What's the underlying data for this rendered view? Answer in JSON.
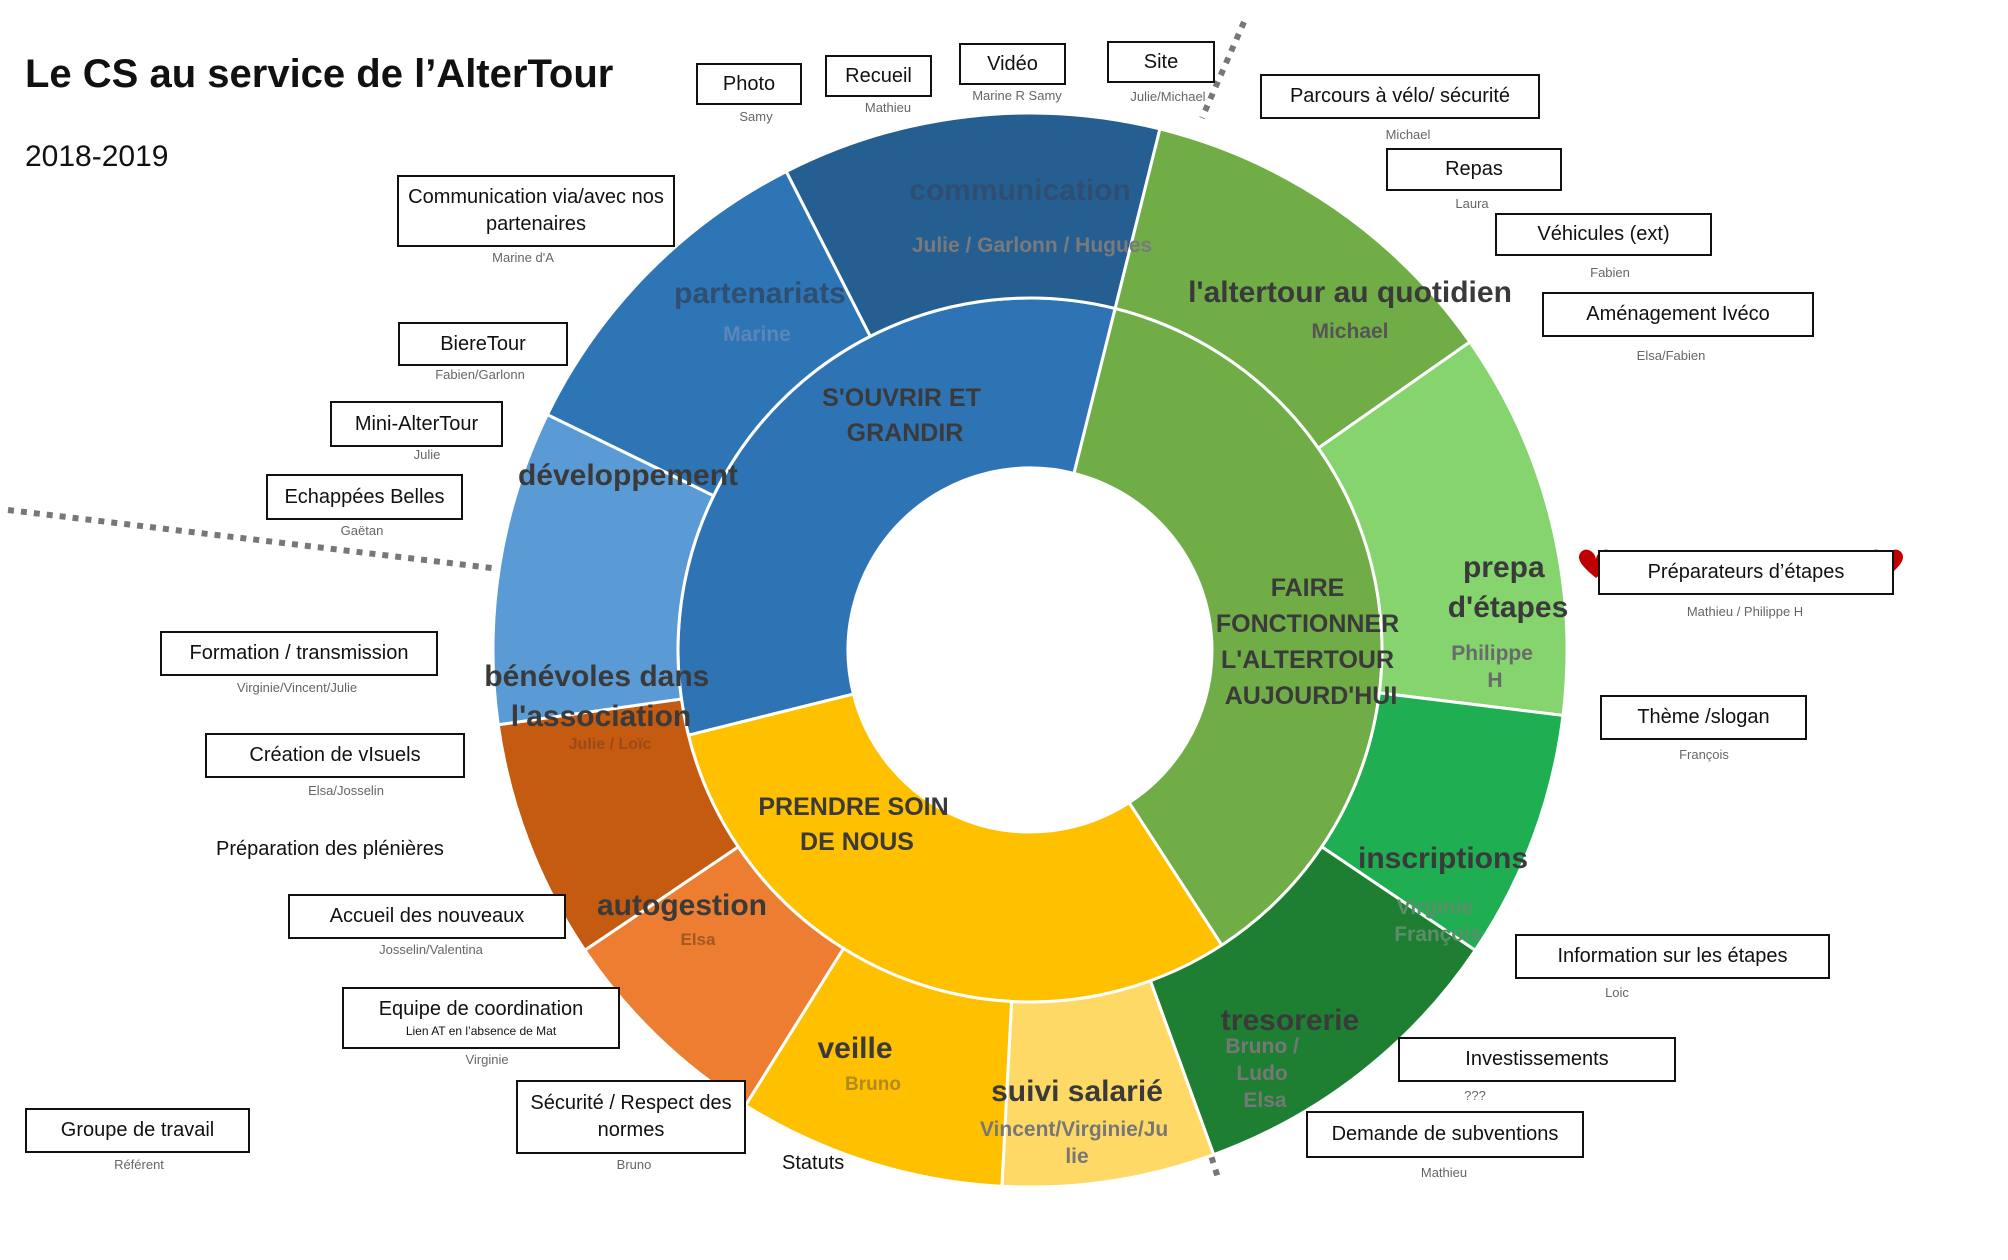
{
  "header": {
    "title": "Le CS au service de l’AlterTour",
    "subtitle": "2018-2019"
  },
  "colors": {
    "inner_blue": "#2E74B5",
    "inner_green": "#70AD47",
    "inner_yellow": "#FFC000",
    "communication": "#255E91",
    "partenariats": "#2E75B6",
    "developpement": "#5B9BD5",
    "quotidien": "#70AD47",
    "prepa": "#85D46E",
    "inscriptions": "#1FAE52",
    "tresorerie": "#1E7F32",
    "benevoles": "#C55A11",
    "autogestion": "#ED7D31",
    "veille": "#FFC000",
    "suivi": "#FFD966",
    "heart": "#C00000",
    "label_dark": "#3A3A3A",
    "label_grey": "#666666"
  },
  "wheel": {
    "inner": [
      {
        "lines": [
          "S'OUVRIR ET",
          "GRANDIR"
        ]
      },
      {
        "lines": [
          "FAIRE",
          "FONCTIONNER",
          "L'ALTERTOUR",
          "AUJOURD'HUI"
        ]
      },
      {
        "lines": [
          "PRENDRE SOIN",
          "DE NOUS"
        ]
      }
    ],
    "outer": [
      {
        "name": "communication",
        "people": [
          "Julie / Garlonn / Hugues"
        ]
      },
      {
        "name": "l'altertour au quotidien",
        "people": [
          "Michael"
        ]
      },
      {
        "name": [
          "prepa",
          "d'étapes"
        ],
        "people": [
          "Philippe",
          "H"
        ]
      },
      {
        "name": "inscriptions",
        "people": [
          "Virginie",
          "François"
        ]
      },
      {
        "name": "tresorerie",
        "people": [
          "Bruno /",
          "Ludo",
          "Elsa"
        ]
      },
      {
        "name": "suivi salarié",
        "people": [
          "Vincent/Virginie/Ju",
          "lie"
        ]
      },
      {
        "name": "veille",
        "people": [
          "Bruno"
        ]
      },
      {
        "name": "autogestion",
        "people": [
          "Elsa"
        ]
      },
      {
        "name": [
          "bénévoles dans",
          "l'association"
        ],
        "people": [
          "Julie / Loïc"
        ]
      },
      {
        "name": "développement",
        "people": []
      },
      {
        "name": "partenariats",
        "people": [
          "Marine"
        ]
      }
    ]
  },
  "groups": [
    {
      "label": "Photo",
      "ref": "Samy"
    },
    {
      "label": "Recueil",
      "ref": "Mathieu"
    },
    {
      "label": "Vidéo",
      "ref": "Marine R Samy"
    },
    {
      "label": "Site",
      "ref": "Julie/Michael"
    },
    {
      "label": "Parcours à vélo/ sécurité",
      "ref": "Michael"
    },
    {
      "label": "Repas",
      "ref": "Laura"
    },
    {
      "label": "Véhicules (ext)",
      "ref": "Fabien"
    },
    {
      "label": "Aménagement Ivéco",
      "ref": "Elsa/Fabien"
    },
    {
      "label": "Préparateurs d’étapes",
      "ref": "Mathieu / Philippe H"
    },
    {
      "label": "Thème /slogan",
      "ref": "François"
    },
    {
      "label": "Information sur les étapes",
      "ref": "Loic"
    },
    {
      "label": "Investissements",
      "ref": "???"
    },
    {
      "label": "Demande de subventions",
      "ref": "Mathieu"
    },
    {
      "label": "Communication via/avec nos partenaires",
      "ref": "Marine d'A"
    },
    {
      "label": "BiereTour",
      "ref": "Fabien/Garlonn"
    },
    {
      "label": "Mini-AlterTour",
      "ref": "Julie"
    },
    {
      "label": "Echappées Belles",
      "ref": "Gaëtan"
    },
    {
      "label": "Formation / transmission",
      "ref": "Virginie/Vincent/Julie"
    },
    {
      "label": "Création de vIsuels",
      "ref": "Elsa/Josselin"
    },
    {
      "label": "Accueil  des nouveaux",
      "ref": "Josselin/Valentina"
    },
    {
      "label": "Equipe de coordination",
      "sub": "Lien AT en l’absence de Mat",
      "ref": "Virginie"
    },
    {
      "label": "Sécurité / Respect des normes",
      "ref": "Bruno"
    },
    {
      "label": "Groupe de travail",
      "ref": "Référent"
    }
  ],
  "plain_labels": {
    "pleniere": "Préparation des plénières",
    "statuts": "Statuts"
  },
  "icons": {
    "heart": "heart-icon"
  }
}
